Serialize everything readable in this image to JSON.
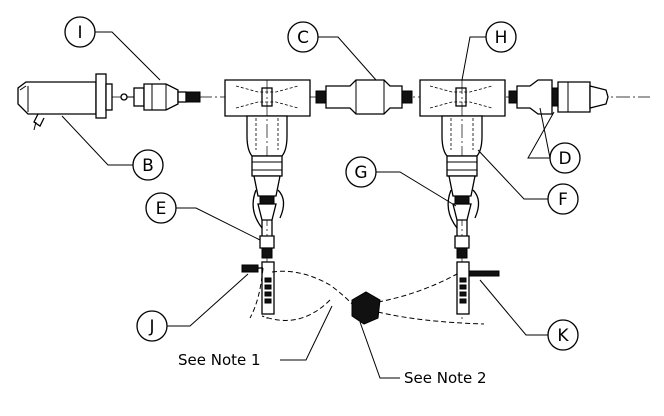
{
  "callouts": {
    "A": "I",
    "B": "B",
    "C": "C",
    "D": "D",
    "E": "E",
    "F": "F",
    "G": "G",
    "H": "H",
    "J": "J",
    "K": "K"
  },
  "notes": {
    "note1": "See Note 1",
    "note2": "See Note 2"
  }
}
